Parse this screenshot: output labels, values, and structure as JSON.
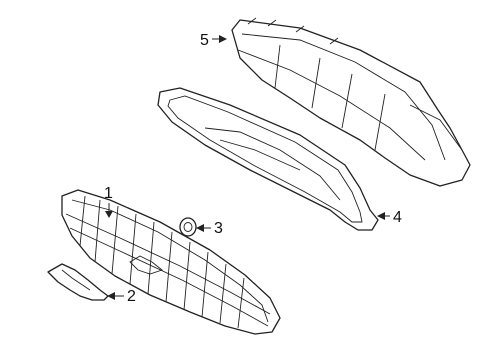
{
  "callouts": [
    {
      "number": "1",
      "part": "grille"
    },
    {
      "number": "2",
      "part": "bracket"
    },
    {
      "number": "3",
      "part": "emblem-clip"
    },
    {
      "number": "4",
      "part": "surround-frame"
    },
    {
      "number": "5",
      "part": "upper-reinforcement"
    }
  ]
}
